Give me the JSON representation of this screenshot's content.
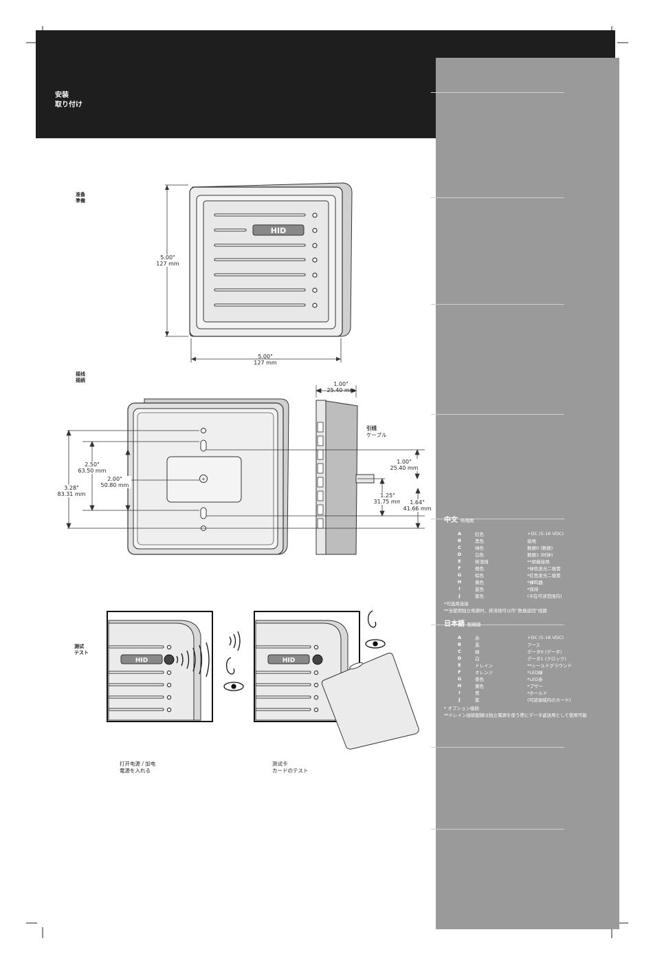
{
  "header": {
    "title_cn": "安装",
    "title_jp": "取り付け"
  },
  "sections": {
    "prep_cn": "准备",
    "prep_jp": "準備",
    "wiring_cn": "接线",
    "wiring_jp": "接続",
    "test_cn": "测试",
    "test_jp": "テスト"
  },
  "dimensions": {
    "height_in": "5.00\"",
    "height_mm": "127 mm",
    "width_in": "5.00\"",
    "width_mm": "127 mm",
    "depth_in": "1.00\"",
    "depth_mm": "25.40 mm",
    "d1_in": "3.28\"",
    "d1_mm": "83.31 mm",
    "d2_in": "2.50\"",
    "d2_mm": "63.50 mm",
    "d3_in": "2.00\"",
    "d3_mm": "50.80 mm",
    "d4_in": "1.00\"",
    "d4_mm": "25.40 mm",
    "d5_in": "1.25\"",
    "d5_mm": "31.75 mm",
    "d6_in": "1.64\"",
    "d6_mm": "41.66 mm"
  },
  "cable": {
    "cn": "引线",
    "jp": "ケーブル"
  },
  "logo": "HID",
  "captions": {
    "power_cn": "打开电源 / 加电",
    "power_jp": "電源を入れる",
    "card_cn": "测试卡",
    "card_jp": "カードのテスト"
  },
  "wiring_cn": {
    "title": "中文",
    "subtitle": "布线图",
    "rows": [
      {
        "letter": "A",
        "color": "红色",
        "func": "+DC  (5-16 VDC)"
      },
      {
        "letter": "B",
        "color": "黑色",
        "func": "接地"
      },
      {
        "letter": "C",
        "color": "绿色",
        "func": "数据0 (数据)"
      },
      {
        "letter": "D",
        "color": "白色",
        "func": "数据1 (时钟)"
      },
      {
        "letter": "E",
        "color": "排流线",
        "func": "**屏蔽接地"
      },
      {
        "letter": "F",
        "color": "橙色",
        "func": "*绿色发光二极管"
      },
      {
        "letter": "G",
        "color": "棕色",
        "func": "*红色发光二极管"
      },
      {
        "letter": "H",
        "color": "黄色",
        "func": "*蜂鸣器"
      },
      {
        "letter": "I",
        "color": "蓝色",
        "func": "*保持"
      },
      {
        "letter": "J",
        "color": "紫色",
        "func": "(卡在可读范围内)"
      }
    ],
    "note1": "*可选用连接",
    "note2": "**当使用独立电源时，排流线可以作“数据返回”线路"
  },
  "wiring_jp": {
    "title": "日本語",
    "subtitle": "配線図",
    "rows": [
      {
        "letter": "A",
        "color": "赤",
        "func": "+DC  (5-16 VDC)"
      },
      {
        "letter": "B",
        "color": "黒",
        "func": "アース"
      },
      {
        "letter": "C",
        "color": "緑",
        "func": "データ0 (データ)"
      },
      {
        "letter": "D",
        "color": "白",
        "func": "データ1 (クロック)"
      },
      {
        "letter": "E",
        "color": "ドレイン",
        "func": "**シールドグラウンド"
      },
      {
        "letter": "F",
        "color": "オレンジ",
        "func": "*LED緑"
      },
      {
        "letter": "G",
        "color": "茶色",
        "func": "*LED赤"
      },
      {
        "letter": "H",
        "color": "黄色",
        "func": "*ブザー"
      },
      {
        "letter": "I",
        "color": "青",
        "func": "*ホールド"
      },
      {
        "letter": "J",
        "color": "紫",
        "func": "(可読領域内のカード)"
      }
    ],
    "note1": "* オプション接続",
    "note2": "**ドレイン接続配線は独立電源を使う際にデータ返送用として使用可能"
  },
  "colors": {
    "header_bg": "#1e1e1e",
    "sidebar_bg": "#9a9a9a",
    "reader_fill": "#e6e6e6"
  }
}
